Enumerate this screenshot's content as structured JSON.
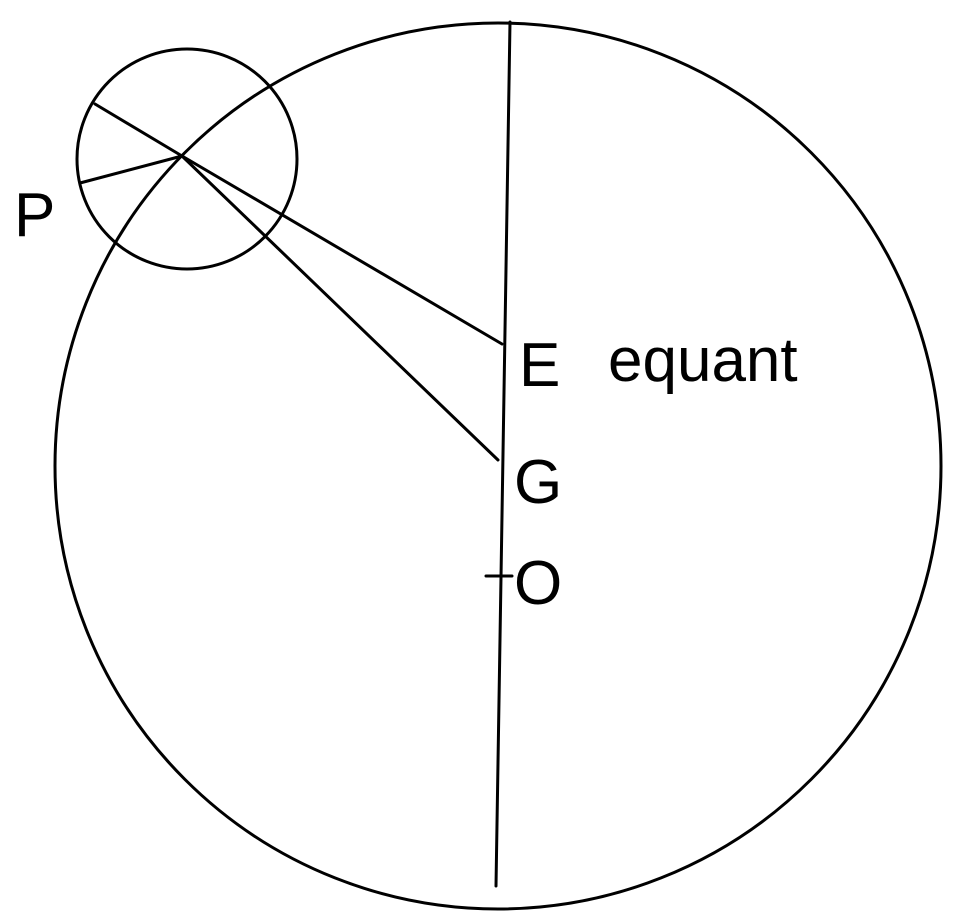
{
  "labels": {
    "planet": "P",
    "equant_point": "E",
    "equant_word": "equant",
    "center": "G",
    "observer": "O"
  },
  "colors": {
    "line": "#000000",
    "background": "#ffffff"
  }
}
